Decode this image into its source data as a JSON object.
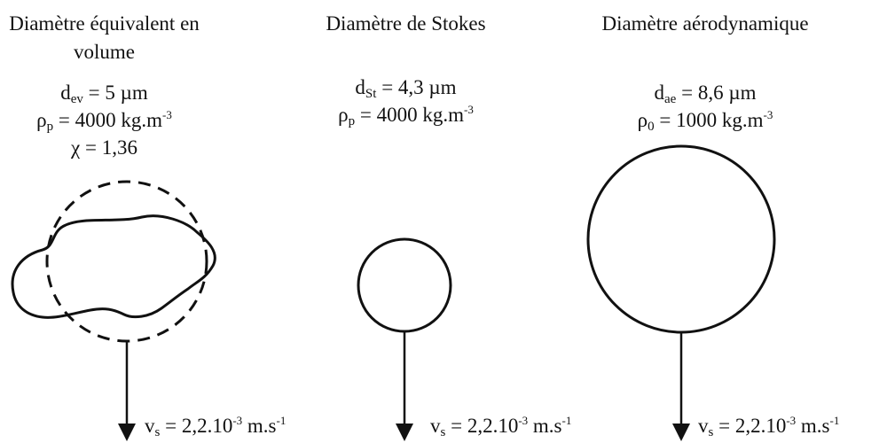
{
  "columns": [
    {
      "title": "Diamètre équivalent en volume",
      "d_sym": "d",
      "d_sub": "ev",
      "d_val": " = 5 µm",
      "rho_sym": "ρ",
      "rho_sub": "p",
      "rho_val": " = 4000 kg.m",
      "rho_exp": "-3",
      "chi_text": "χ = 1,36",
      "v_sym": "v",
      "v_sub": "s",
      "v_val": " = 2,2.10",
      "v_exp1": "-3",
      "v_unit": " m.s",
      "v_exp2": "-1"
    },
    {
      "title": "Diamètre de Stokes",
      "d_sym": "d",
      "d_sub": "St",
      "d_val": " = 4,3 µm",
      "rho_sym": "ρ",
      "rho_sub": "p",
      "rho_val": " = 4000 kg.m",
      "rho_exp": "-3",
      "v_sym": "v",
      "v_sub": "s",
      "v_val": " = 2,2.10",
      "v_exp1": "-3",
      "v_unit": " m.s",
      "v_exp2": "-1"
    },
    {
      "title": "Diamètre aérodynamique",
      "d_sym": "d",
      "d_sub": "ae",
      "d_val": " = 8,6 µm",
      "rho_sym": "ρ",
      "rho_sub": "0",
      "rho_val": " = 1000 kg.m",
      "rho_exp": "-3",
      "v_sym": "v",
      "v_sub": "s",
      "v_val": " = 2,2.10",
      "v_exp1": "-3",
      "v_unit": " m.s",
      "v_exp2": "-1"
    }
  ]
}
